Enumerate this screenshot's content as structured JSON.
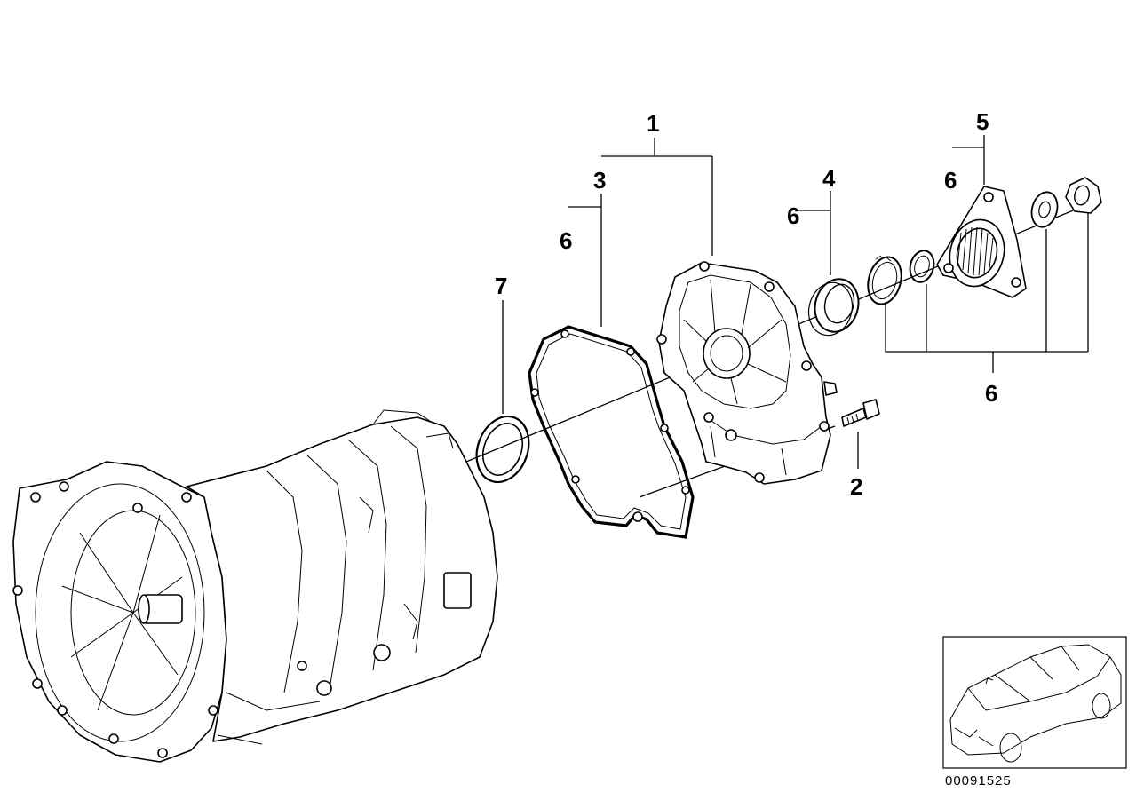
{
  "callouts": {
    "c1": "1",
    "c2": "2",
    "c3": "3",
    "c4": "4",
    "c5": "5",
    "c6a": "6",
    "c6b": "6",
    "c6c": "6",
    "c6d": "6",
    "c7": "7"
  },
  "reference_number": "00091525"
}
